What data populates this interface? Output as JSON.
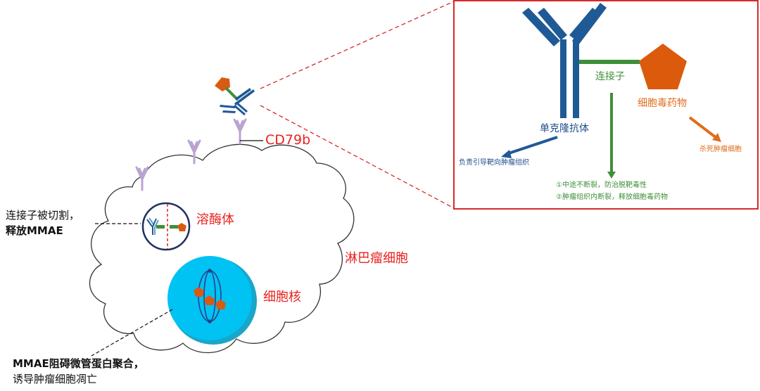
{
  "inset": {
    "linker": "连接子",
    "drug": "细胞毒药物",
    "antibody": "单克隆抗体",
    "antibody_role": "负责引导靶向肿瘤组织",
    "drug_role": "杀死肿瘤细胞",
    "linker_notes": [
      "①中途不断裂，防治脱靶毒性",
      "②肿瘤组织内断裂，释放细胞毒药物"
    ]
  },
  "cell": {
    "receptor": "CD79b",
    "lysosome": "溶酶体",
    "nucleus": "细胞核",
    "cell_name": "淋巴瘤细胞"
  },
  "callouts": {
    "cleave": [
      "连接子被切割，",
      "释放MMAE"
    ],
    "mmae": [
      "MMAE阻碍微管蛋白聚合，",
      "诱导肿瘤细胞凋亡"
    ]
  },
  "colors": {
    "antibody": "#1f5a96",
    "linker": "#3f8f3a",
    "drug": "#d95a12",
    "receptor": "#b9a4d1",
    "nucleus": "#00c0f2",
    "nucleus_shadow": "#1aa6c9",
    "border": "#d62a2a",
    "label_red": "#e8231f"
  }
}
